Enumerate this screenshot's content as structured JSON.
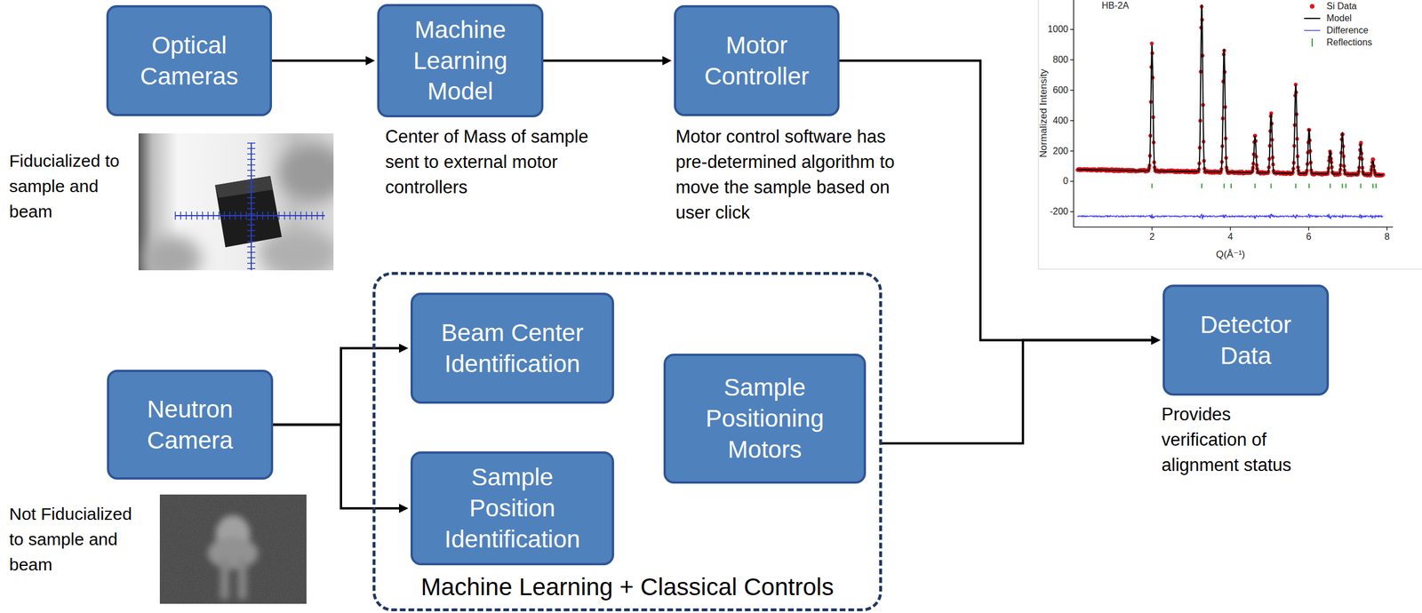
{
  "diagram": {
    "nodes": [
      {
        "text": [
          "Optical Cameras"
        ]
      },
      {
        "text": [
          "Machine Learning Model"
        ]
      },
      {
        "text": [
          "Motor Controller"
        ]
      },
      {
        "text": [
          "Detector Data"
        ]
      },
      {
        "text": [
          "Neutron Camera"
        ]
      },
      {
        "text": [
          "Machine Learning + Classical Controls"
        ]
      },
      {
        "text": [
          "Beam Center Identification"
        ],
        "in": 5
      },
      {
        "text": [
          "Sample Position Identification"
        ],
        "in": 5
      },
      {
        "text": [
          "Sample Positioning Motors"
        ],
        "in": 5
      }
    ],
    "edges": [
      {
        "from": 0,
        "to": 1,
        "arrow": "to"
      },
      {
        "from": 1,
        "to": 2,
        "arrow": "to"
      },
      {
        "from": 2,
        "to": 3,
        "arrow": "to"
      },
      {
        "from": 4,
        "to": 6,
        "arrow": "to"
      },
      {
        "from": 4,
        "to": 7,
        "arrow": "to"
      },
      {
        "from": 5,
        "to": 3,
        "arrow": "to"
      }
    ],
    "labels": [
      "Fiducialized to sample and beam",
      "Center of Mass of sample sent to external motor controllers",
      "Motor control software has pre-determined algorithm to move the sample based on user click",
      "HB-2A",
      "1000",
      "800",
      "600",
      "400",
      "200",
      "0",
      "-200",
      "Normalized Intensity",
      "2",
      "4",
      "6",
      "8",
      "Q(Å⁻¹)",
      "Not Fiducialized to sample and beam",
      "Provides verification of alignment status"
    ],
    "legend": [
      {
        "text": "Si Data"
      },
      {
        "text": "Model"
      },
      {
        "text": "Difference"
      },
      {
        "text": "Reflections"
      }
    ]
  }
}
